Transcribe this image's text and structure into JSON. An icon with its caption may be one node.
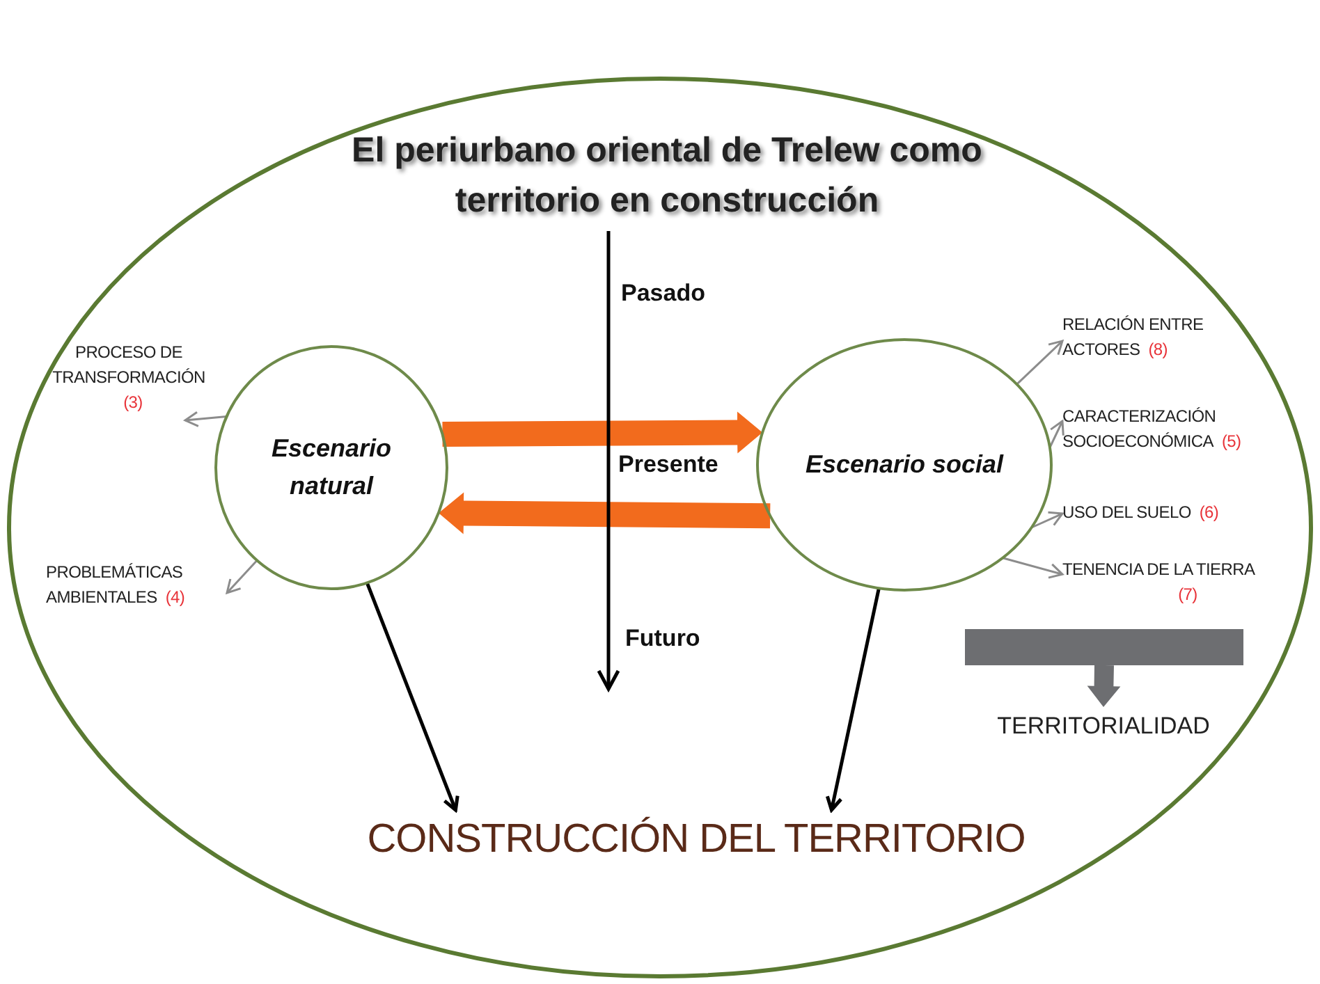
{
  "diagram": {
    "title": "El periurbano oriental de Trelew como territorio en construcción",
    "nodes": [
      {
        "text": [],
        "shape": "circle"
      },
      {
        "text": [
          "Escenario natural"
        ],
        "in": 0
      },
      {
        "text": [
          "Escenario social"
        ],
        "in": 0
      },
      {
        "text": [
          "PROCESO DE TRANSFORMACIÓN",
          "(3)"
        ],
        "in": 0
      },
      {
        "text": [
          "PROBLEMÁTICAS AMBIENTALES",
          "(4)"
        ],
        "in": 0
      },
      {
        "text": [
          "RELACIÓN ENTRE ACTORES",
          "(8)"
        ],
        "in": 0
      },
      {
        "text": [
          "CARACTERIZACIÓN SOCIOECONÓMICA",
          "(5)"
        ],
        "in": 0
      },
      {
        "text": [
          "USO DEL SUELO",
          "(6)"
        ],
        "in": 0
      },
      {
        "text": [
          "TENENCIA DE LA TIERRA",
          "(7)"
        ],
        "in": 0
      },
      {
        "text": [],
        "shape": "bar",
        "in": 0
      },
      {
        "text": [
          "TERRITORIALIDAD"
        ],
        "in": 0
      },
      {
        "text": [
          "CONSTRUCCIÓN DEL TERRITORIO"
        ],
        "in": 0
      }
    ],
    "edges": [
      {
        "from": 1,
        "to": 2,
        "arrow": "to",
        "style": "thick",
        "color": "#f26b1d"
      },
      {
        "from": 2,
        "to": 1,
        "arrow": "to",
        "style": "thick",
        "color": "#f26b1d"
      },
      {
        "from": 1,
        "to": 3,
        "arrow": "to"
      },
      {
        "from": 1,
        "to": 4,
        "arrow": "to"
      },
      {
        "from": 2,
        "to": 5,
        "arrow": "to"
      },
      {
        "from": 2,
        "to": 6,
        "arrow": "to"
      },
      {
        "from": 2,
        "to": 7,
        "arrow": "to"
      },
      {
        "from": 2,
        "to": 8,
        "arrow": "to"
      },
      {
        "from": 9,
        "to": 10,
        "arrow": "to",
        "style": "thick",
        "color": "#6d6e71"
      },
      {
        "from": 1,
        "to": 11,
        "arrow": "to",
        "color": "#000000"
      },
      {
        "from": 2,
        "to": 11,
        "arrow": "to",
        "color": "#000000"
      }
    ],
    "labels": [
      "Pasado",
      "Presente",
      "Futuro"
    ]
  }
}
